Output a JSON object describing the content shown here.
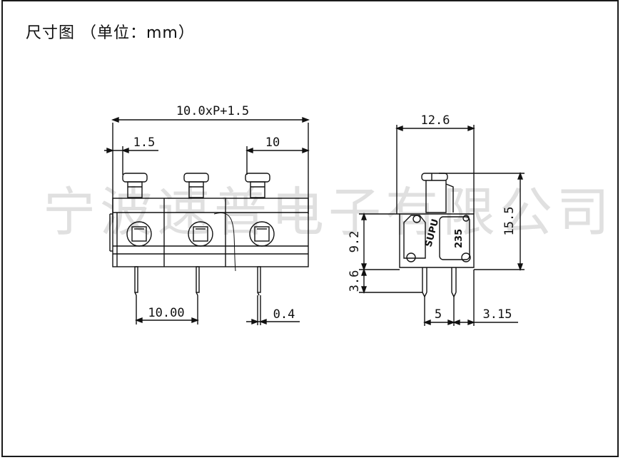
{
  "title": "尺寸图 （单位：mm）",
  "watermark": "宁波速普电子有限公司",
  "front_view": {
    "overall": "10.0xP+1.5",
    "edge": "1.5",
    "pitch_top": "10",
    "pitch_bottom": "10.00",
    "pin_width": "0.4"
  },
  "side_view": {
    "width": "12.6",
    "height_total": "15.5",
    "body_height": "9.2",
    "pin_length": "3.6",
    "pin_spacing": "5",
    "offset": "3.15",
    "brand_mark": "SUPU",
    "model_mark": "235"
  }
}
